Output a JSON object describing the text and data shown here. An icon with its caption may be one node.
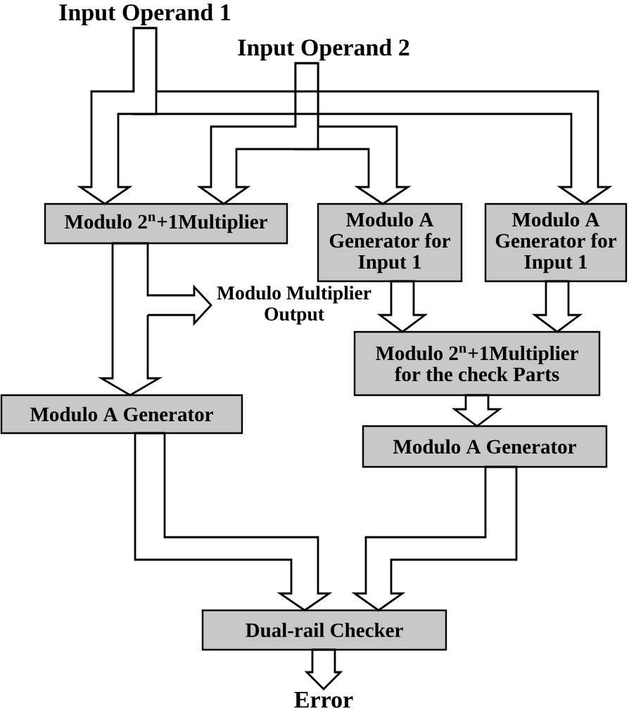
{
  "diagram": {
    "nodes": [
      {
        "text": [
          "Input Operand 1"
        ]
      },
      {
        "text": [
          "Input Operand 2"
        ]
      },
      {
        "text": [
          "Modulo 2$^{n}$+1Multiplier"
        ]
      },
      {
        "text": [
          "Modulo A Generator for Input 1"
        ]
      },
      {
        "text": [
          "Modulo A Generator for Input 1"
        ]
      },
      {
        "text": [
          "Modulo Multiplier Output"
        ]
      },
      {
        "text": [
          "Modulo 2$^{n}$+1Multiplier for the check Parts"
        ]
      },
      {
        "text": [
          "Modulo A Generator"
        ]
      },
      {
        "text": [
          "Modulo A Generator"
        ]
      },
      {
        "text": [
          "Dual-rail Checker"
        ]
      },
      {
        "text": [
          "Error"
        ]
      }
    ],
    "edges": [
      {
        "from": 0,
        "to": 2,
        "arrow": "to"
      },
      {
        "from": 0,
        "to": 4,
        "arrow": "to"
      },
      {
        "from": 1,
        "to": 2,
        "arrow": "to"
      },
      {
        "from": 1,
        "to": 3,
        "arrow": "to"
      },
      {
        "from": 2,
        "to": 7,
        "arrow": "to"
      },
      {
        "from": 2,
        "to": 5,
        "arrow": "to"
      },
      {
        "from": 3,
        "to": 6,
        "arrow": "to"
      },
      {
        "from": 4,
        "to": 6,
        "arrow": "to"
      },
      {
        "from": 6,
        "to": 8,
        "arrow": "to"
      },
      {
        "from": 7,
        "to": 9,
        "arrow": "to"
      },
      {
        "from": 8,
        "to": 9,
        "arrow": "to"
      },
      {
        "from": 9,
        "to": 10,
        "arrow": "to"
      }
    ]
  }
}
